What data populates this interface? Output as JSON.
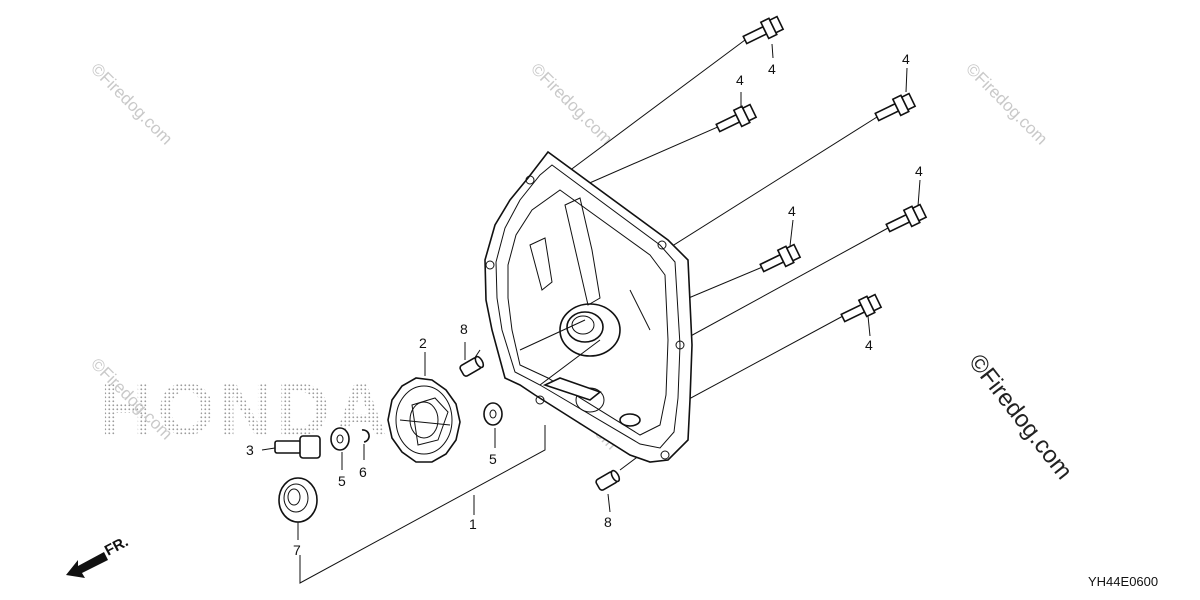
{
  "callouts": {
    "c1": "1",
    "c2": "2",
    "c3": "3",
    "c4a": "4",
    "c4b": "4",
    "c4c": "4",
    "c4d": "4",
    "c4e": "4",
    "c4f": "4",
    "c5a": "5",
    "c5b": "5",
    "c6": "6",
    "c7": "7",
    "c8a": "8",
    "c8b": "8"
  },
  "front_marker": "FR.",
  "diagram_code": "YH44E0600",
  "watermark": "©Firedog.com",
  "background_logo": "HONDA",
  "colors": {
    "line": "#111111",
    "watermark": "#c9c9c9",
    "logo_dots": "#9a9a9a"
  }
}
